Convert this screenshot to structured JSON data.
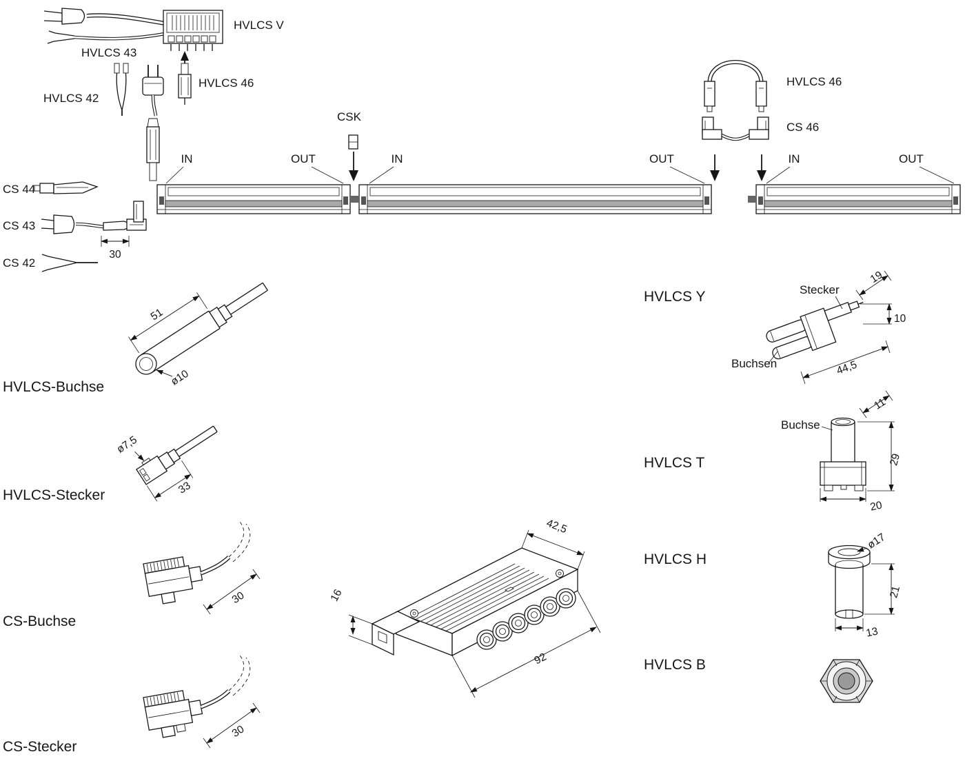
{
  "diagram": {
    "product_labels": {
      "hvlcs_v": "HVLCS V",
      "hvlcs_43": "HVLCS 43",
      "hvlcs_42": "HVLCS 42",
      "hvlcs_46_top": "HVLCS 46",
      "hvlcs_46_right": "HVLCS 46",
      "cs_46": "CS 46",
      "csk": "CSK",
      "cs_44": "CS 44",
      "cs_43": "CS 43",
      "cs_42": "CS 42",
      "hvlcs_buchse": "HVLCS-Buchse",
      "hvlcs_stecker": "HVLCS-Stecker",
      "cs_buchse": "CS-Buchse",
      "cs_stecker": "CS-Stecker",
      "hvlcs_y": "HVLCS Y",
      "hvlcs_t": "HVLCS T",
      "hvlcs_h": "HVLCS H",
      "hvlcs_b": "HVLCS B"
    },
    "flow_labels": {
      "in_1": "IN",
      "out_1": "OUT",
      "in_2": "IN",
      "out_2": "OUT",
      "in_3": "IN",
      "out_3": "OUT"
    },
    "part_labels": {
      "stecker": "Stecker",
      "buchsen": "Buchsen",
      "buchse": "Buchse"
    },
    "dimensions": {
      "cs43_30": "30",
      "buchse_51": "51",
      "buchse_d10": "ø10",
      "stecker_d75": "ø7,5",
      "stecker_33": "33",
      "y_19": "19",
      "y_10": "10",
      "y_445": "44,5",
      "t_11": "11",
      "t_29": "29",
      "t_20": "20",
      "h_d17": "ø17",
      "h_21": "21",
      "h_13": "13",
      "cs_buchse_30": "30",
      "cs_stecker_30": "30",
      "dist_425": "42,5",
      "dist_16": "16",
      "dist_92": "92"
    },
    "colors": {
      "ink": "#161616",
      "band_gray": "#a9a9a9",
      "nut_gray": "#d9d9d9"
    }
  }
}
